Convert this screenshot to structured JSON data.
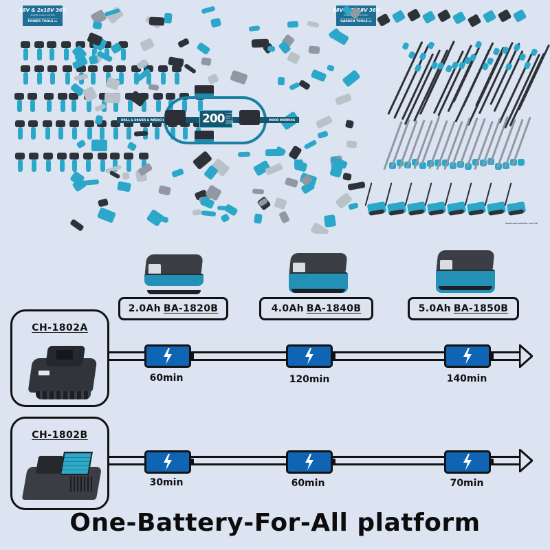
{
  "collage": {
    "banners": [
      {
        "title": "18V & 2x18V 36V",
        "subtitle": "POWER TOOLS SYSTEM",
        "category": "POWER TOOLS ▸▸"
      },
      {
        "title": "18V & 2x18V 36V",
        "subtitle": "POWER TOOLS SYSTEM",
        "category": "GARDEN TOOLS ▸▸"
      }
    ],
    "center": {
      "badge_number": "200",
      "badge_text": "cordless tools one battery platform",
      "left_label": "DRILL & DRIVER & WRENCH",
      "right_label": "WOOD WORKING"
    },
    "website": "www.tools-website.com",
    "website_arrows": "▸▸"
  },
  "batteries": [
    {
      "capacity": "2.0Ah",
      "model": "BA-1820B"
    },
    {
      "capacity": "4.0Ah",
      "model": "BA-1840B"
    },
    {
      "capacity": "5.0Ah",
      "model": "BA-1850B"
    }
  ],
  "chargers": [
    {
      "name": "CH-1802A",
      "charge_times": [
        "60min",
        "120min",
        "140min"
      ]
    },
    {
      "name": "CH-1802B",
      "charge_times": [
        "30min",
        "60min",
        "70min"
      ]
    }
  ],
  "icons": {
    "charge_cell": "battery-charging-icon",
    "arrow": "arrow-right-icon"
  },
  "colors": {
    "background": "#dce4f2",
    "charge_cell_fill": "#0f64b4",
    "tool_accent": "#2aa7c9",
    "banner": "#1f6f95"
  },
  "footer": {
    "title": "One-Battery-For-All platform"
  }
}
